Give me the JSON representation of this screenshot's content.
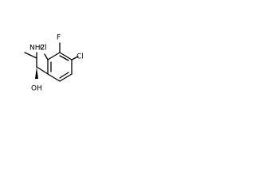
{
  "molecule": {
    "labels": {
      "nh2": "NH2",
      "oh": "OH",
      "cl_ortho": "Cl",
      "f": "F",
      "cl_para": "Cl"
    },
    "colors": {
      "bond": "#000000",
      "label": "#000000",
      "background": "#ffffff"
    }
  }
}
